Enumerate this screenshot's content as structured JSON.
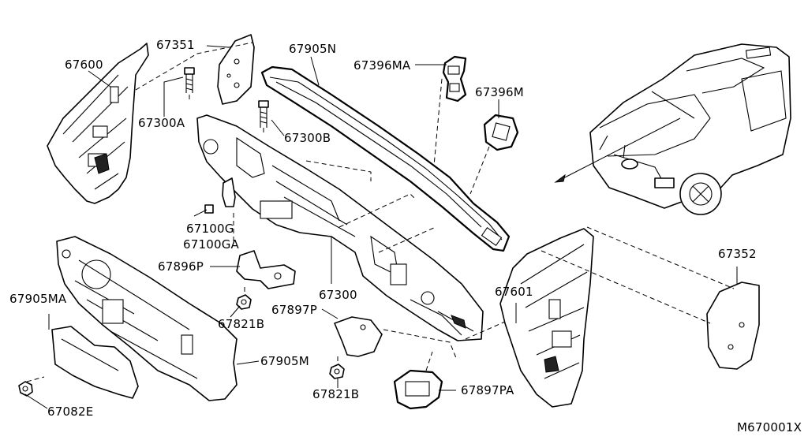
{
  "diagram_id": "M670001X",
  "callouts": {
    "c67600": "67600",
    "c67351": "67351",
    "c67905N": "67905N",
    "c67396MA": "67396MA",
    "c67396M": "67396M",
    "c67300A": "67300A",
    "c67300B": "67300B",
    "c67100G": "67100G",
    "c67100GA": "67100GA",
    "c67896P": "67896P",
    "c67300": "67300",
    "c67821B_top": "67821B",
    "c67897P": "67897P",
    "c67905MA": "67905MA",
    "c67905M": "67905M",
    "c67082E": "67082E",
    "c67821B_bottom": "67821B",
    "c67897PA": "67897PA",
    "c67601": "67601",
    "c67352": "67352"
  }
}
